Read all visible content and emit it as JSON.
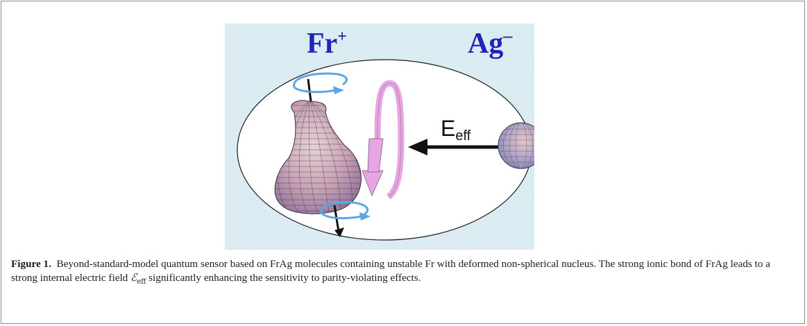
{
  "figure": {
    "ion_left": {
      "symbol": "Fr",
      "charge": "+"
    },
    "ion_right": {
      "symbol": "Ag",
      "charge": "–"
    },
    "field_label": {
      "main": "E",
      "sub": "eff"
    },
    "colors": {
      "ion_text": "#1f25b8",
      "ribbon": "#e7a6e3",
      "spin_arrow": "#5aa6e6",
      "background": "#d8ecf4"
    }
  },
  "caption": {
    "label": "Figure 1.",
    "text_1": "Beyond-standard-model quantum sensor based on FrAg molecules containing unstable Fr with deformed non-spherical nucleus. The strong ionic bond of FrAg leads to a strong internal electric field ",
    "field_symbol": "ℰ",
    "field_sub": "eff",
    "text_2": " significantly enhancing the sensitivity to parity-violating effects."
  }
}
